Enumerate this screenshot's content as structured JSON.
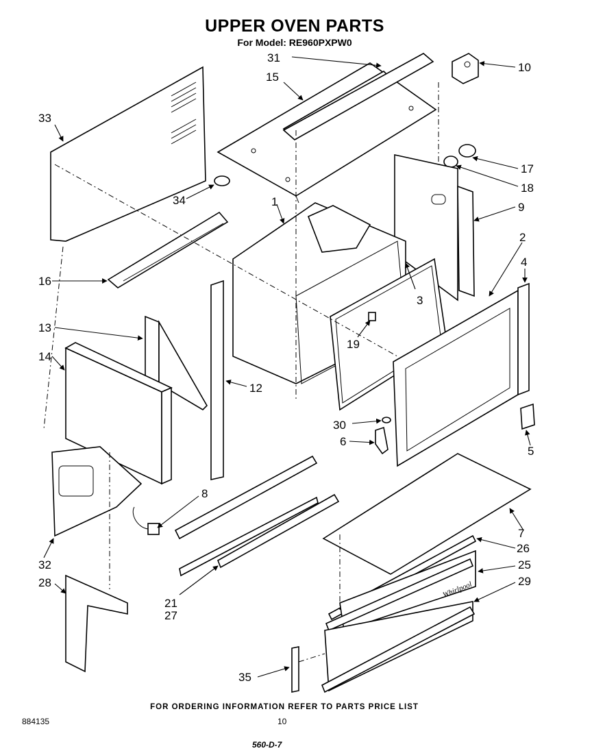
{
  "header": {
    "title": "UPPER OVEN PARTS",
    "subtitle": "For Model: RE960PXPW0"
  },
  "footer": {
    "ordering_note": "FOR ORDERING INFORMATION REFER TO PARTS PRICE LIST",
    "doc_number": "884135",
    "page_number": "10",
    "handwritten_note": "560-D-7"
  },
  "callouts": [
    {
      "id": "31",
      "label": "31"
    },
    {
      "id": "15",
      "label": "15"
    },
    {
      "id": "10",
      "label": "10"
    },
    {
      "id": "33",
      "label": "33"
    },
    {
      "id": "17",
      "label": "17"
    },
    {
      "id": "18",
      "label": "18"
    },
    {
      "id": "34",
      "label": "34"
    },
    {
      "id": "9",
      "label": "9"
    },
    {
      "id": "1",
      "label": "1"
    },
    {
      "id": "2",
      "label": "2"
    },
    {
      "id": "4",
      "label": "4"
    },
    {
      "id": "16",
      "label": "16"
    },
    {
      "id": "3",
      "label": "3"
    },
    {
      "id": "13",
      "label": "13"
    },
    {
      "id": "19",
      "label": "19"
    },
    {
      "id": "14",
      "label": "14"
    },
    {
      "id": "12",
      "label": "12"
    },
    {
      "id": "30",
      "label": "30"
    },
    {
      "id": "6",
      "label": "6"
    },
    {
      "id": "5",
      "label": "5"
    },
    {
      "id": "8",
      "label": "8"
    },
    {
      "id": "7",
      "label": "7"
    },
    {
      "id": "32",
      "label": "32"
    },
    {
      "id": "26",
      "label": "26"
    },
    {
      "id": "28",
      "label": "28"
    },
    {
      "id": "25",
      "label": "25"
    },
    {
      "id": "29",
      "label": "29"
    },
    {
      "id": "21",
      "label": "21"
    },
    {
      "id": "27",
      "label": "27"
    },
    {
      "id": "35",
      "label": "35"
    }
  ],
  "brand_mark": "Whirlpool"
}
